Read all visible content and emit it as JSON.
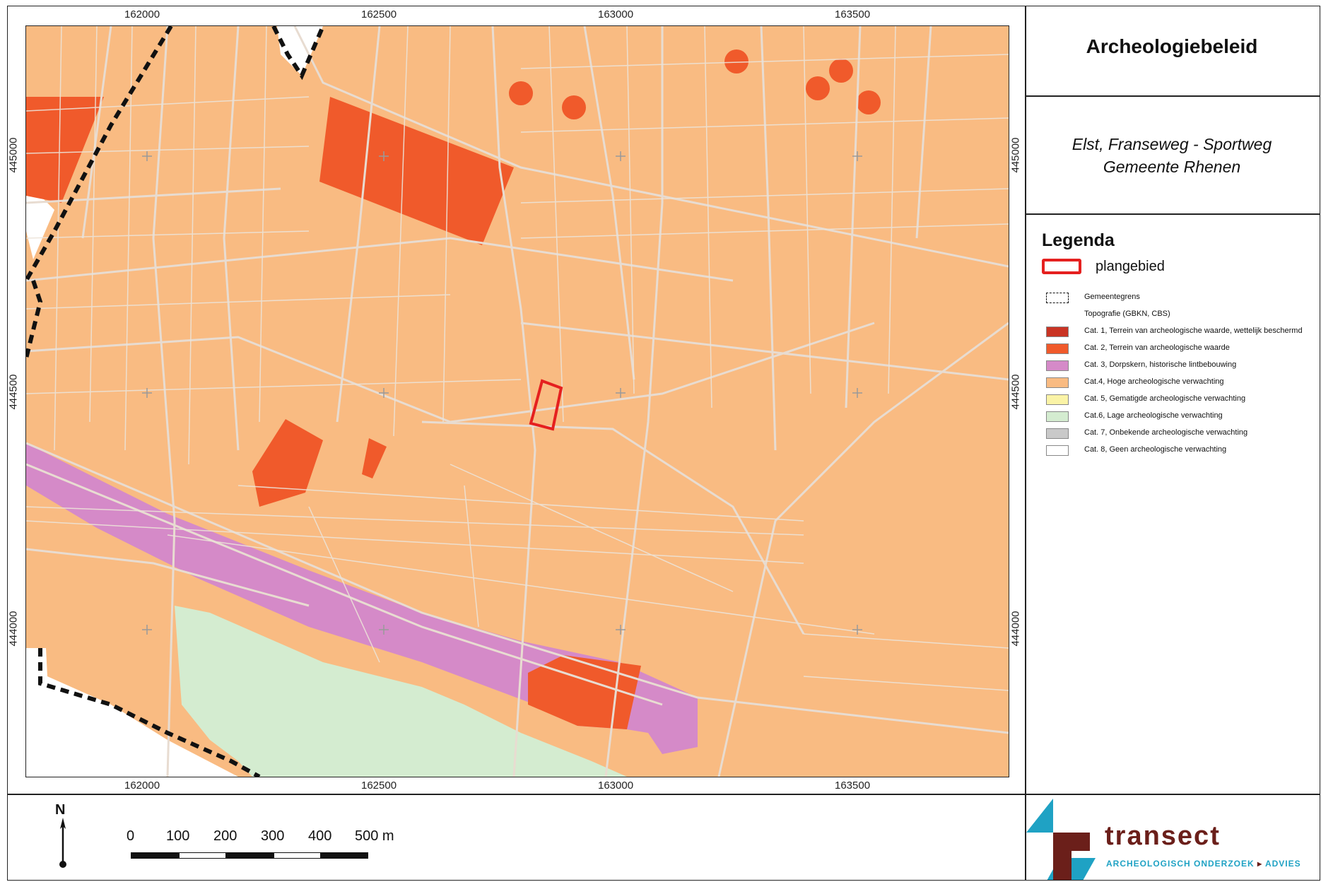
{
  "title": "Archeologiebeleid",
  "subtitle": {
    "line1": "Elst, Franseweg - Sportweg",
    "line2": "Gemeente Rhenen"
  },
  "legend": {
    "title": "Legenda",
    "plan_label": "plangebied",
    "items": [
      {
        "label": "Gemeentegrens",
        "color": "#ffffff",
        "style": "dashed"
      },
      {
        "label": "Topografie (GBKN, CBS)",
        "color": "#ffffff",
        "style": "none"
      },
      {
        "label": "Cat. 1, Terrein van archeologische waarde, wettelijk beschermd",
        "color": "#c93424"
      },
      {
        "label": "Cat. 2, Terrein van archeologische waarde",
        "color": "#f05a2b"
      },
      {
        "label": "Cat. 3, Dorpskern, historische lintbebouwing",
        "color": "#d58ac8"
      },
      {
        "label": "Cat.4, Hoge archeologische verwachting",
        "color": "#f9bb82"
      },
      {
        "label": "Cat. 5, Gematigde archeologische verwachting",
        "color": "#faf3a6"
      },
      {
        "label": "Cat.6, Lage archeologische verwachting",
        "color": "#d4ecd0"
      },
      {
        "label": "Cat. 7, Onbekende archeologische verwachting",
        "color": "#c9c9c9"
      },
      {
        "label": "Cat. 8, Geen archeologische verwachting",
        "color": "#ffffff"
      }
    ]
  },
  "axes": {
    "x_ticks": [
      "162000",
      "162500",
      "163000",
      "163500"
    ],
    "y_ticks": [
      "445000",
      "444500",
      "444000"
    ]
  },
  "scale": {
    "labels": [
      "0",
      "100",
      "200",
      "300",
      "400",
      "500 m"
    ]
  },
  "north": "N",
  "logo": {
    "word": "transect",
    "tagline": "ARCHEOLOGISCH ONDERZOEK",
    "tagline2": "ADVIES"
  },
  "colors": {
    "cat1": "#c93424",
    "cat2": "#f05a2b",
    "cat3": "#d58ac8",
    "cat4": "#f9bb82",
    "cat6": "#d4ecd0",
    "plangebied": "#e5201f",
    "road": "#e8dcd1"
  }
}
